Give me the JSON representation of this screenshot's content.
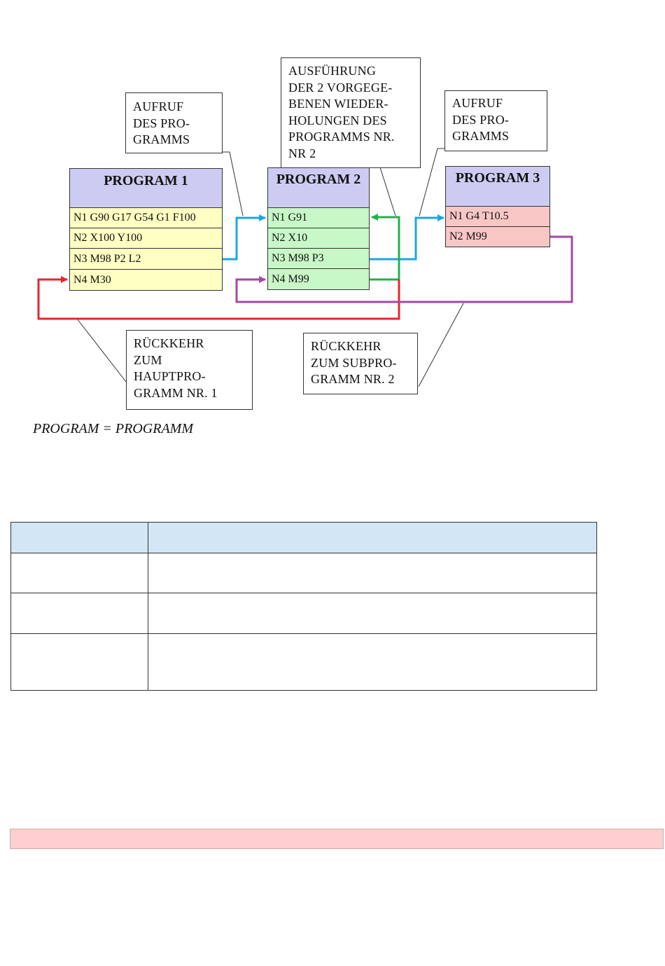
{
  "diagram": {
    "programs": [
      {
        "title": "PROGRAM 1",
        "rows": [
          "N1 G90 G17 G54 G1 F100",
          "N2 X100 Y100",
          "N3 M98 P2 L2",
          "N4 M30"
        ]
      },
      {
        "title": "PROGRAM 2",
        "rows": [
          "N1 G91",
          "N2 X10",
          "N3 M98 P3",
          "N4 M99"
        ]
      },
      {
        "title": "PROGRAM 3",
        "rows": [
          "N1 G4 T10.5",
          "N2 M99"
        ]
      }
    ],
    "callouts": {
      "call_p2": [
        "AUFRUF",
        "DES PRO-",
        "GRAMMS"
      ],
      "repeat": [
        "AUSFÜHRUNG",
        "DER 2 VORGEGE-",
        "BENEN WIEDER-",
        "HOLUNGEN DES",
        "PROGRAMMS NR.",
        "NR 2"
      ],
      "call_p3": [
        "AUFRUF",
        "DES PRO-",
        "GRAMMS"
      ],
      "return_main": [
        "RÜCKKEHR",
        "ZUM",
        "HAUPTPRO-",
        "GRAMM NR. 1"
      ],
      "return_sub": [
        "RÜCKKEHR",
        "ZUM SUBPRO-",
        "GRAMM NR. 2"
      ]
    },
    "caption": "PROGRAM = PROGRAMM",
    "colors": {
      "call_arrow": "#1ba6e6",
      "repeat_arrow": "#22b14c",
      "return_main_arrow": "#e8262a",
      "return_sub_arrow": "#a349a4"
    }
  },
  "table": {
    "header": [
      "",
      ""
    ],
    "rows": [
      [
        "",
        ""
      ],
      [
        "",
        ""
      ],
      [
        "",
        ""
      ]
    ]
  },
  "banner": {
    "text": "",
    "color": "#ffcfcf"
  }
}
